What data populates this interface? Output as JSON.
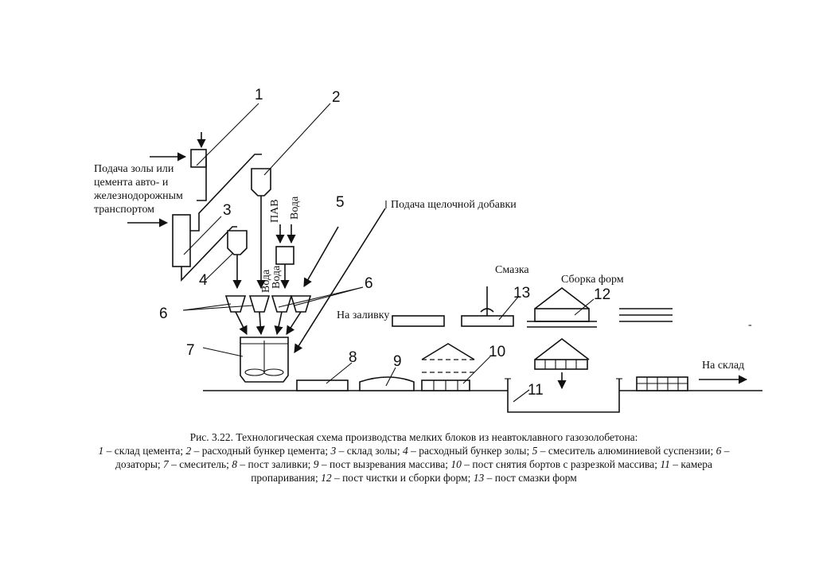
{
  "labels": {
    "supply_left": [
      "Подача золы или",
      "цемента авто- и",
      "железнодорожным",
      "транспортом"
    ],
    "pav": "ПАВ",
    "water_top": "Вода",
    "water_mid": "Вода",
    "voda_mid": "Вода",
    "alkaline": "Подача щелочной добавки",
    "to_casting": "На заливку",
    "lubrication": "Смазка",
    "assembly": "Сборка форм",
    "to_storage": "На склад",
    "small_mark": "-"
  },
  "numbers": {
    "n1": "1",
    "n2": "2",
    "n3": "3",
    "n4": "4",
    "n5": "5",
    "n6a": "6",
    "n6b": "6",
    "n7": "7",
    "n8": "8",
    "n9": "9",
    "n10": "10",
    "n11": "11",
    "n12": "12",
    "n13": "13"
  },
  "caption": {
    "title": "Рис. 3.22. Технологическая схема производства мелких блоков из неавтоклавного газозолобетона:",
    "legend": [
      {
        "num": "1",
        "text": " – склад цемента; "
      },
      {
        "num": "2",
        "text": " – расходный бункер цемента; "
      },
      {
        "num": "3",
        "text": " – склад золы; "
      },
      {
        "num": "4",
        "text": " – расходный бункер золы; "
      },
      {
        "num": "5",
        "text": " – смеситель алюминиевой суспензии; "
      },
      {
        "num": "6",
        "text": " – дозаторы; "
      },
      {
        "num": "7",
        "text": " – смеситель; "
      },
      {
        "num": "8",
        "text": " – пост заливки; "
      },
      {
        "num": "9",
        "text": " – пост вызревания массива; "
      },
      {
        "num": "10",
        "text": " – пост снятия бортов с разрезкой массива; "
      },
      {
        "num": "11",
        "text": " – камера пропаривания; "
      },
      {
        "num": "12",
        "text": " – пост чистки и сборки форм; "
      },
      {
        "num": "13",
        "text": " – пост смазки форм"
      }
    ]
  }
}
